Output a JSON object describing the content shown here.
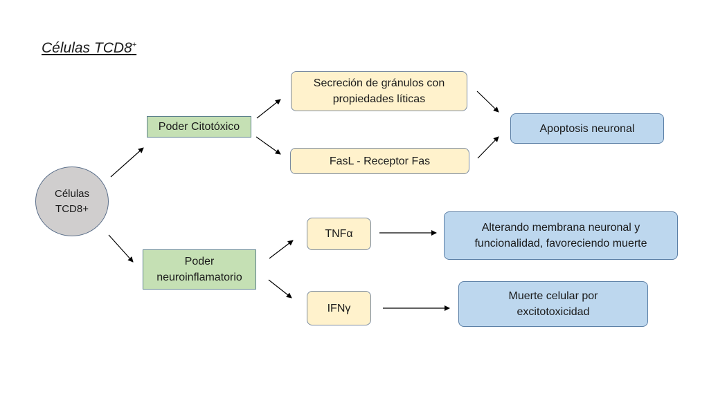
{
  "title": {
    "text": "Células TCD8",
    "superscript": "+"
  },
  "nodes": {
    "root": "Células\nTCD8+",
    "cytotoxic": "Poder Citotóxico",
    "neuroinflammatory": "Poder\nneuroinflamatorio",
    "granules": "Secreción de gránulos con\npropiedades líticas",
    "fasl": "FasL - Receptor Fas",
    "apoptosis": "Apoptosis neuronal",
    "tnf": "TNFα",
    "ifn": "IFNγ",
    "membrane": "Alterando membrana neuronal y\nfuncionalidad, favoreciendo muerte",
    "excitotoxicity": "Muerte celular por\nexcitotoxicidad"
  },
  "colors": {
    "circle_fill": "#d0cece",
    "green_fill": "#c5e0b4",
    "yellow_fill": "#fff2cc",
    "blue_fill": "#bdd7ee",
    "arrow": "#000000"
  }
}
